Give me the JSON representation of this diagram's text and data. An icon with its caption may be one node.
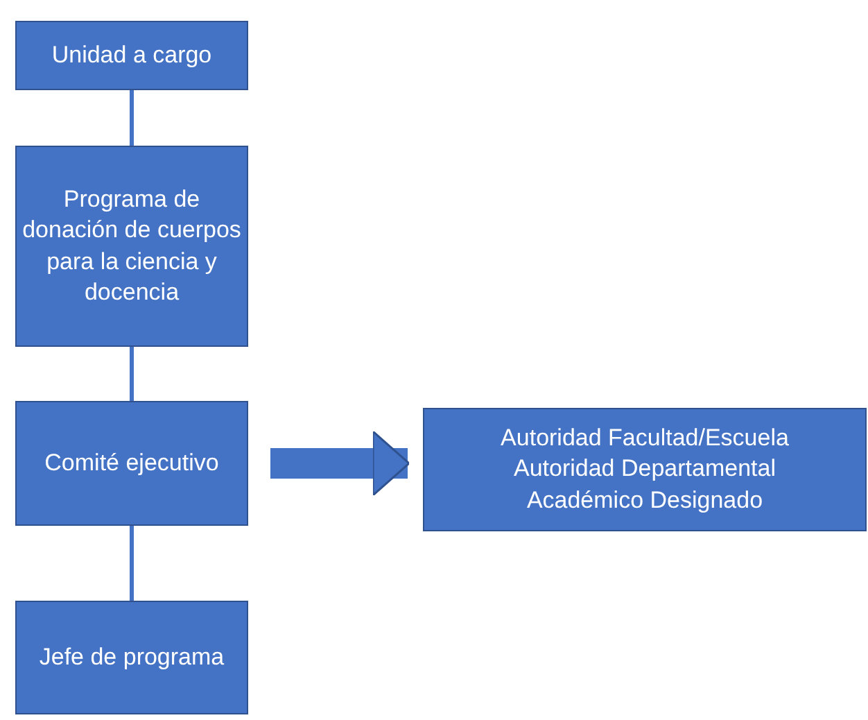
{
  "diagram": {
    "nodes": [
      {
        "text": [
          "Unidad a cargo"
        ]
      },
      {
        "text": [
          "Programa de donación de cuerpos para la ciencia y docencia"
        ]
      },
      {
        "text": [
          "Comité ejecutivo"
        ]
      },
      {
        "text": [
          "Jefe de programa"
        ]
      },
      {
        "text": [
          "Autoridad Facultad/Escuela",
          "Autoridad Departamental",
          "Académico Designado"
        ]
      }
    ],
    "edges": [
      {
        "from": 0,
        "to": 1,
        "arrow": "none"
      },
      {
        "from": 1,
        "to": 2,
        "arrow": "none"
      },
      {
        "from": 2,
        "to": 3,
        "arrow": "none"
      },
      {
        "from": 2,
        "to": 4,
        "arrow": "to",
        "style": "thick"
      }
    ]
  }
}
